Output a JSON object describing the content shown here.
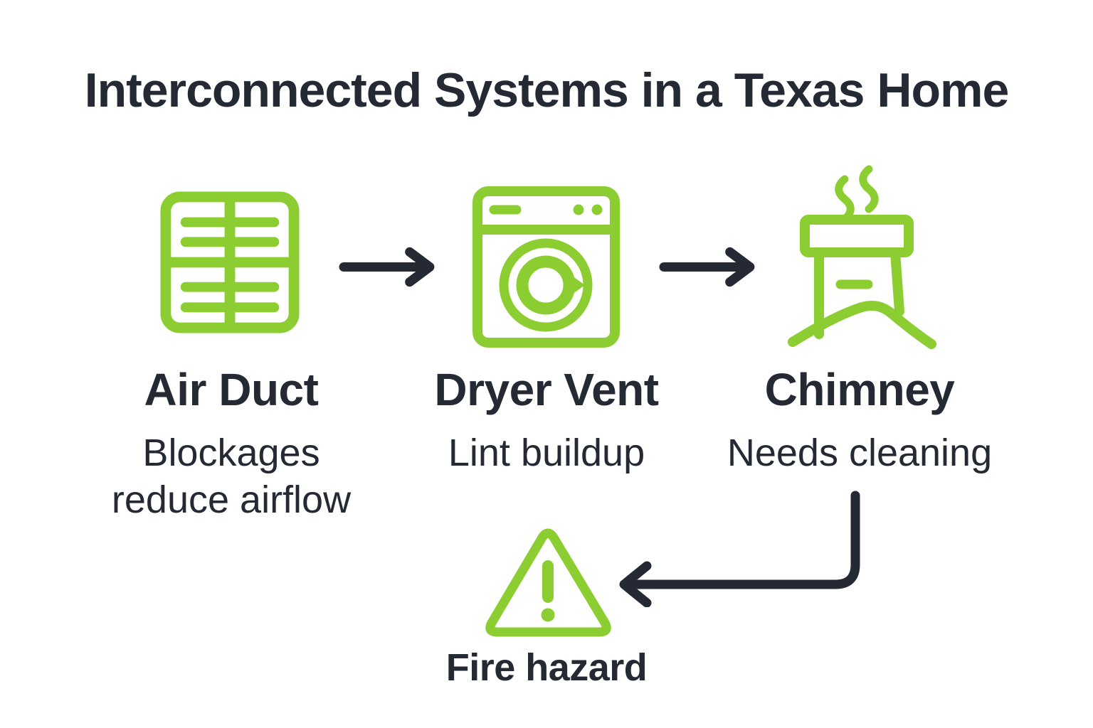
{
  "title": "Interconnected Systems in a Texas Home",
  "colors": {
    "accent-green": "#8CCE32",
    "ink-dark": "#242933"
  },
  "flow": {
    "nodes": [
      {
        "id": "air-duct",
        "icon": "air-duct-grille-icon",
        "label": "Air Duct",
        "description": "Blockages reduce airflow",
        "description_lines": [
          "Blockages",
          "reduce airflow"
        ]
      },
      {
        "id": "dryer-vent",
        "icon": "dryer-machine-icon",
        "label": "Dryer Vent",
        "description": "Lint buildup",
        "description_lines": [
          "Lint buildup"
        ]
      },
      {
        "id": "chimney",
        "icon": "smoking-chimney-icon",
        "label": "Chimney",
        "description": "Needs cleaning",
        "description_lines": [
          "Needs cleaning"
        ]
      }
    ],
    "connectors": [
      {
        "name": "arrow-air-duct-to-dryer-vent",
        "direction": "right"
      },
      {
        "name": "arrow-dryer-vent-to-chimney",
        "direction": "right"
      },
      {
        "name": "arrow-chimney-to-fire-hazard",
        "direction": "down-left"
      }
    ],
    "outcome": {
      "id": "fire-hazard",
      "icon": "warning-triangle-icon",
      "label": "Fire hazard"
    }
  }
}
